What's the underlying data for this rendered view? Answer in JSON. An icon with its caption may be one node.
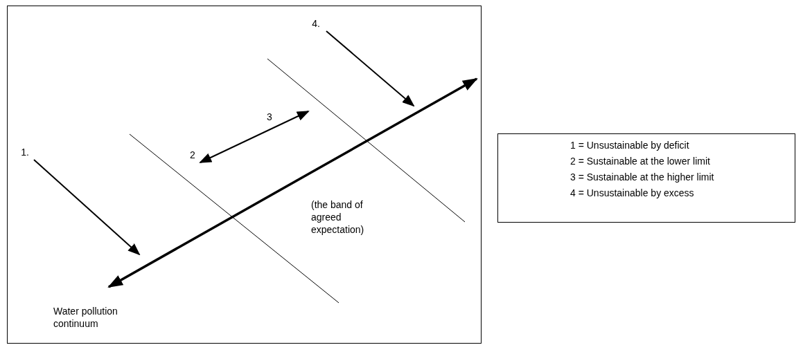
{
  "diagram": {
    "nodes": [
      {
        "text": [],
        "shape": "box"
      },
      {
        "text": [
          "1."
        ],
        "in": 0
      },
      {
        "text": [
          "2"
        ],
        "in": 0
      },
      {
        "text": [
          "3"
        ],
        "in": 0
      },
      {
        "text": [
          "4."
        ],
        "in": 0
      },
      {
        "text": [
          "1 = Unsustainable by deficit",
          "2 = Sustainable at the lower limit",
          "3 = Sustainable at the higher limit",
          "4 = Unsustainable by excess"
        ]
      }
    ],
    "edges": [
      {
        "from": 1,
        "to": null,
        "arrow": "to"
      },
      {
        "from": 2,
        "to": 3,
        "arrow": "both"
      },
      {
        "from": 4,
        "to": null,
        "arrow": "to"
      }
    ],
    "labels": [
      "(the band of agreed expectation)",
      "Water pollution continuum"
    ]
  }
}
